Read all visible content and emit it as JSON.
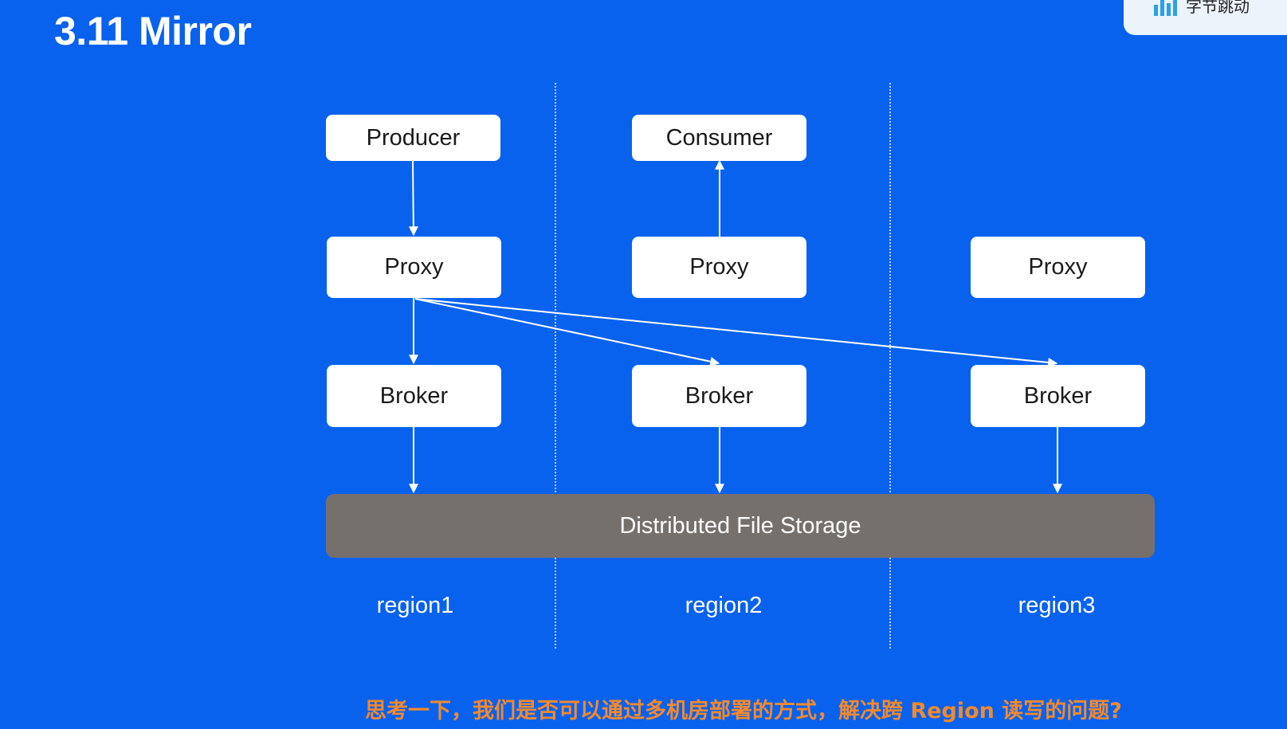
{
  "slide": {
    "title": "3.11 Mirror",
    "question": "思考一下，我们是否可以通过多机房部署的方式，解决跨 Region 读写的问题?"
  },
  "logo": {
    "text": "字节跳动",
    "icon": "bytedance-logo-icon"
  },
  "diagram": {
    "producer_label": "Producer",
    "consumer_label": "Consumer",
    "proxy_labels": [
      "Proxy",
      "Proxy",
      "Proxy"
    ],
    "broker_labels": [
      "Broker",
      "Broker",
      "Broker"
    ],
    "storage_label": "Distributed File Storage",
    "region_labels": [
      "region1",
      "region2",
      "region3"
    ]
  },
  "colors": {
    "background": "#0862ee",
    "box": "#ffffff",
    "storage": "#76706c",
    "question_text": "#f2892e"
  }
}
